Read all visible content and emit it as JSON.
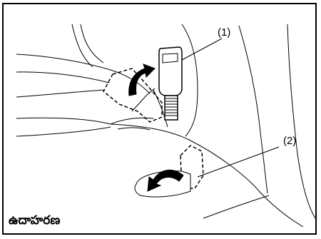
{
  "figure": {
    "callouts": [
      {
        "id": "1",
        "text": "(1)"
      },
      {
        "id": "2",
        "text": "(2)"
      }
    ],
    "caption": "ఉదాహరణ",
    "colors": {
      "line": "#000000",
      "background": "#ffffff",
      "arrow": "#000000"
    },
    "icons": [
      "arrow-up-right-icon",
      "arrow-left-icon"
    ]
  }
}
